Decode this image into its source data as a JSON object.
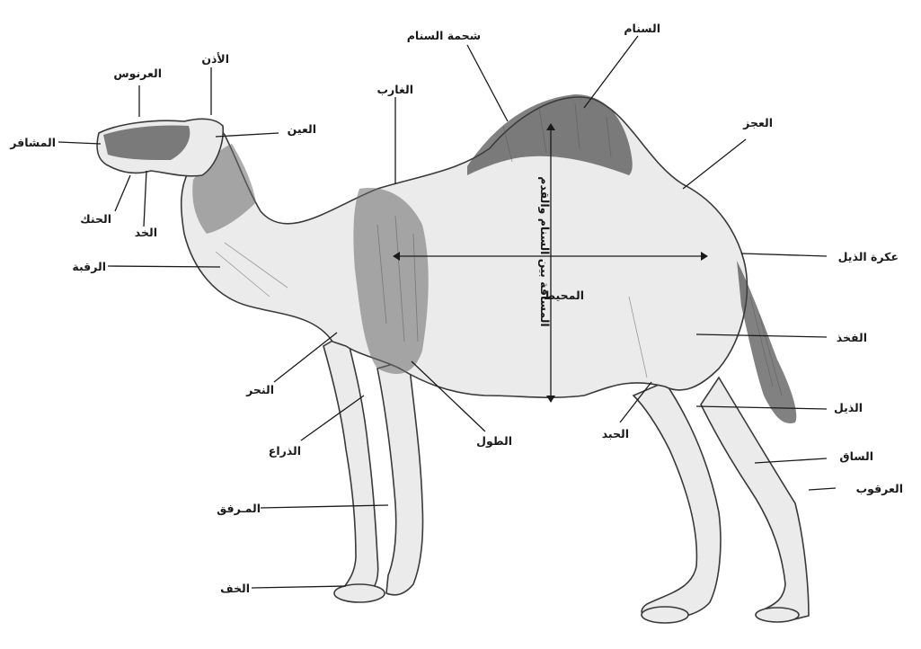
{
  "labels": {
    "hump": "السنام",
    "hump_fat": "شحمة السنام",
    "withers": "الغارب",
    "back": "العجز",
    "tail_root": "عكرة الذيل",
    "thigh": "الفخذ",
    "tail": "الذيل",
    "shank": "الساق",
    "hock": "العرقوب",
    "flank": "الحبد",
    "brisket": "الطول",
    "height_vertical": "المسافة بين السنام والقدم",
    "length_horizontal": "المحيط",
    "chest": "النحر",
    "forearm": "الذراع",
    "knee": "المـرفق",
    "foot": "الخف",
    "neck": "الرقبة",
    "jaw": "الحنك",
    "cheek": "الخد",
    "lip": "المشافر",
    "nose": "العرنوس",
    "ear": "الأذن",
    "eye": "العين"
  }
}
